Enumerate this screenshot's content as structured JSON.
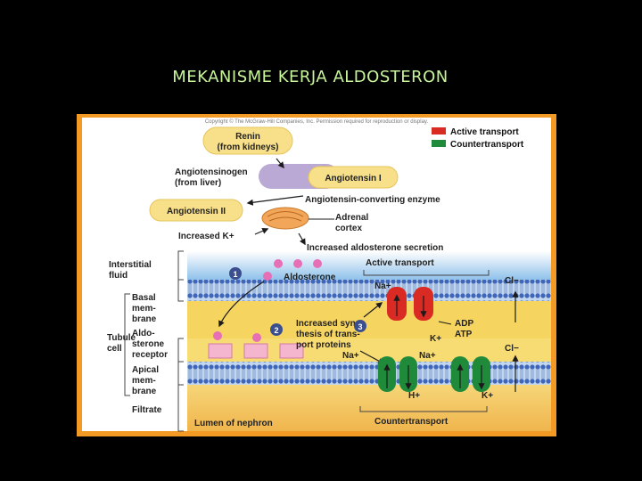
{
  "slide": {
    "title": "MEKANISME KERJA ALDOSTERON"
  },
  "copyright": "Copyright © The McGraw-Hill Companies, Inc. Permission required for reproduction or display.",
  "legend": [
    {
      "label": "Active transport",
      "color": "#d92a23"
    },
    {
      "label": "Countertransport",
      "color": "#1e8a3a"
    }
  ],
  "pathway": {
    "renin_line1": "Renin",
    "renin_line2": "(from kidneys)",
    "angiotensinogen_line1": "Angiotensinogen",
    "angiotensinogen_line2": "(from liver)",
    "angiotensin1": "Angiotensin I",
    "ace": "Angiotensin-converting enzyme",
    "angiotensin2": "Angiotensin II",
    "adrenal_line1": "Adrenal",
    "adrenal_line2": "cortex",
    "increased_k": "Increased K+",
    "secretion": "Increased aldosterone secretion"
  },
  "regions": {
    "interstitial_line1": "Interstitial",
    "interstitial_line2": "fluid",
    "basal_line1": "Basal",
    "basal_line2": "mem-",
    "basal_line3": "brane",
    "tubule_line1": "Tubule",
    "tubule_line2": "cell",
    "aldo_rec_line1": "Aldo-",
    "aldo_rec_line2": "sterone",
    "aldo_rec_line3": "receptor",
    "apical_line1": "Apical",
    "apical_line2": "mem-",
    "apical_line3": "brane",
    "filtrate": "Filtrate"
  },
  "labels": {
    "step1": "1",
    "step2": "2",
    "step3": "3",
    "aldosterone": "Aldosterone",
    "active_transport": "Active transport",
    "na_top": "Na+",
    "cl_top": "Cl−",
    "synth_line1": "Increased syn-",
    "synth_line2": "thesis of trans-",
    "synth_line3": "port proteins",
    "adp": "ADP",
    "atp": "ATP",
    "k_mid": "K+",
    "cl_mid": "Cl−",
    "na_apical1": "Na+",
    "na_apical2": "Na+",
    "h_plus": "H+",
    "k_bottom": "K+",
    "lumen": "Lumen of nephron",
    "countertransport": "Countertransport"
  }
}
